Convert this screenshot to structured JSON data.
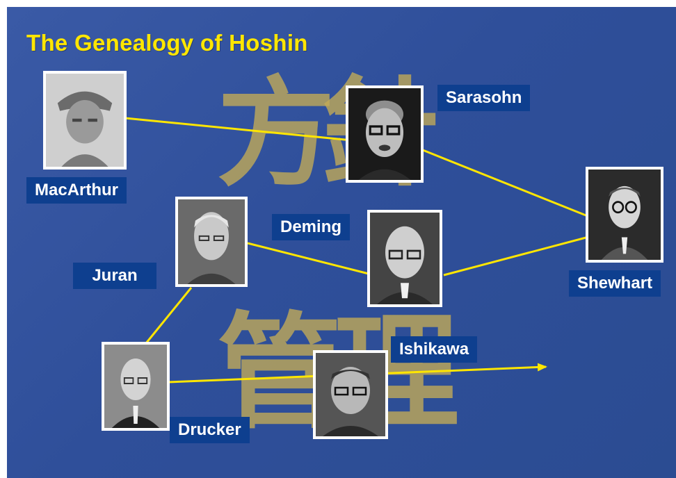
{
  "title": "The Genealogy of Hoshin",
  "kanji": {
    "top_left": "方",
    "top_right": "針",
    "bottom_left": "管",
    "bottom_right": "理"
  },
  "colors": {
    "background": "#2f4f9a",
    "title": "#ffe600",
    "lines": "#ffe600",
    "label_bg": "#0e3f8f",
    "kanji": "#c4ac56"
  },
  "people": [
    {
      "id": "macarthur",
      "name": "MacArthur"
    },
    {
      "id": "sarasohn",
      "name": "Sarasohn"
    },
    {
      "id": "shewhart",
      "name": "Shewhart"
    },
    {
      "id": "deming",
      "name": "Deming"
    },
    {
      "id": "juran",
      "name": "Juran"
    },
    {
      "id": "drucker",
      "name": "Drucker"
    },
    {
      "id": "ishikawa",
      "name": "Ishikawa"
    }
  ],
  "connections": [
    {
      "from": "MacArthur",
      "to": "Sarasohn"
    },
    {
      "from": "Sarasohn",
      "to": "Shewhart"
    },
    {
      "from": "Juran",
      "to": "Deming"
    },
    {
      "from": "Deming",
      "to": "Shewhart"
    },
    {
      "from": "Juran",
      "to": "Drucker"
    },
    {
      "from": "Drucker",
      "to": "Ishikawa",
      "arrow": true
    }
  ]
}
